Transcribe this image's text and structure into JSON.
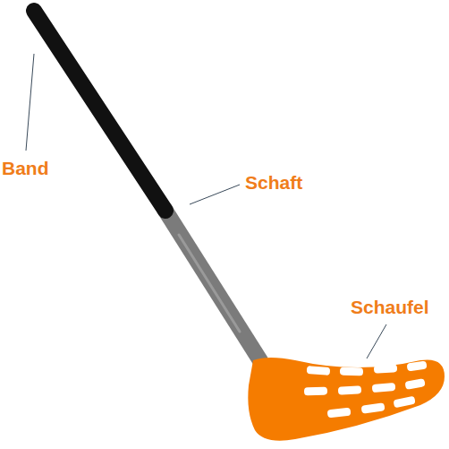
{
  "diagram": {
    "labels": [
      "Band",
      "Schaft",
      "Schaufel"
    ]
  }
}
